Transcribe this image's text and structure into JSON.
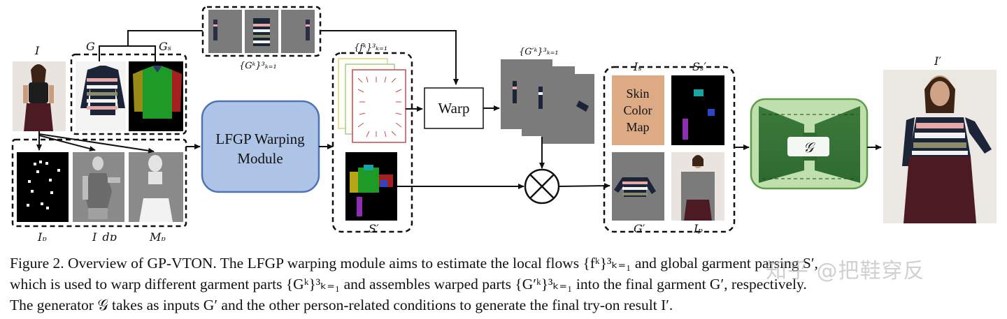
{
  "labels": {
    "input_person": "I",
    "garment": "G",
    "garment_parsing": "Gₛ",
    "garment_parts": "{Gᵏ}³ₖ₌₁",
    "local_flows": "{fᵏ}³ₖ₌₁",
    "warped_parts": "{G′ᵏ}³ₖ₌₁",
    "pose_keypoints": "Iₚ",
    "densepose": "I_dp",
    "mask": "Mₚ",
    "global_parsing": "S′",
    "skin_input": "Iₛ",
    "skin_parsing": "Sₛ′",
    "warped_garment": "G′",
    "preserved_person": "Iₚ",
    "generator": "𝒢",
    "output": "I′"
  },
  "modules": {
    "lfgp": [
      "LFGP Warping",
      "Module"
    ],
    "warp": "Warp",
    "skin_color_map": [
      "Skin",
      "Color",
      "Map"
    ]
  },
  "caption": {
    "line1": "Figure 2. Overview of GP-VTON. The LFGP warping module aims to estimate the local flows {fᵏ}³ₖ₌₁ and global garment parsing S′,",
    "line2": "which is used to warp different garment parts {Gᵏ}³ₖ₌₁ and assembles warped parts {G′ᵏ}³ₖ₌₁ into the final garment G′, respectively.",
    "line3": "The generator 𝒢 takes as inputs G′ and the other person-related conditions to generate the final try-on result I′."
  },
  "watermark": "知乎 @把鞋穿反"
}
